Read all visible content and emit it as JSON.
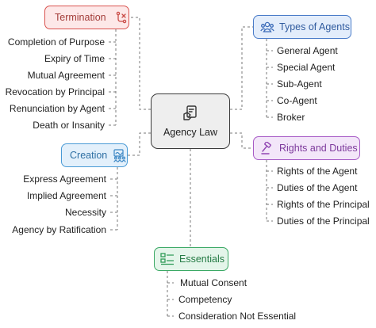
{
  "center": {
    "label": "Agency Law",
    "icon": "document-hand-icon"
  },
  "termination": {
    "label": "Termination",
    "icon": "route-icon",
    "color": "#d9534f",
    "items": [
      "Completion of Purpose",
      "Expiry of Time",
      "Mutual Agreement",
      "Revocation by Principal",
      "Renunciation by Agent",
      "Death or Insanity"
    ]
  },
  "types": {
    "label": "Types of Agents",
    "icon": "group-icon",
    "color": "#4a7cc9",
    "items": [
      "General Agent",
      "Special Agent",
      "Sub-Agent",
      "Co-Agent",
      "Broker"
    ]
  },
  "rights": {
    "label": "Rights and Duties",
    "icon": "gavel-icon",
    "color": "#a75bc6",
    "items": [
      "Rights of the Agent",
      "Duties of the Agent",
      "Rights of the Principal",
      "Duties of the Principal"
    ]
  },
  "creation": {
    "label": "Creation",
    "icon": "team-signature-icon",
    "color": "#4a9bd6",
    "items": [
      "Express Agreement",
      "Implied Agreement",
      "Necessity",
      "Agency by Ratification"
    ]
  },
  "essentials": {
    "label": "Essentials",
    "icon": "checklist-icon",
    "color": "#3aa864",
    "items": [
      "Mutual Consent",
      "Competency",
      "Consideration Not Essential"
    ]
  }
}
